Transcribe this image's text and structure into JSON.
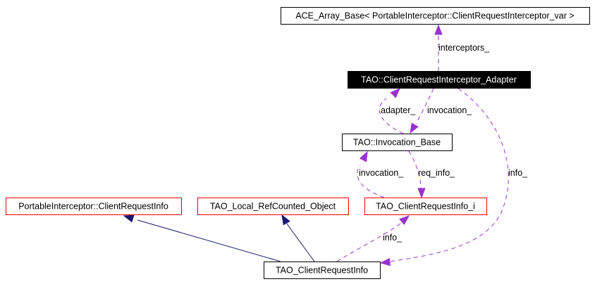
{
  "diagram": {
    "type": "collaboration-diagram",
    "colors": {
      "inheritance_edge": "#191970",
      "usage_edge": "#9a32cd",
      "highlight_node_fill": "#000000",
      "highlight_node_text": "#ffffff",
      "normal_node_border": "#000000",
      "undocumented_node_border": "#ff0000",
      "text": "#000000"
    },
    "nodes": [
      {
        "id": "ace_array_base",
        "label": "ACE_Array_Base< PortableInterceptor::ClientRequestInterceptor_var >",
        "style": "normal"
      },
      {
        "id": "adapter",
        "label": "TAO::ClientRequestInterceptor_Adapter",
        "style": "highlight"
      },
      {
        "id": "invocation_base",
        "label": "TAO::Invocation_Base",
        "style": "normal"
      },
      {
        "id": "pi_client_request_info",
        "label": "PortableInterceptor::ClientRequestInfo",
        "style": "red"
      },
      {
        "id": "local_refcounted",
        "label": "TAO_Local_RefCounted_Object",
        "style": "red"
      },
      {
        "id": "client_request_info_i",
        "label": "TAO_ClientRequestInfo_i",
        "style": "red"
      },
      {
        "id": "client_request_info",
        "label": "TAO_ClientRequestInfo",
        "style": "normal"
      }
    ],
    "edges": [
      {
        "from": "adapter",
        "to": "ace_array_base",
        "kind": "usage",
        "label": "interceptors_"
      },
      {
        "from": "invocation_base",
        "to": "adapter",
        "kind": "usage",
        "label": "adapter_"
      },
      {
        "from": "adapter",
        "to": "invocation_base",
        "kind": "usage",
        "label": "invocation_"
      },
      {
        "from": "client_request_info_i",
        "to": "invocation_base",
        "kind": "usage",
        "label": "invocation_"
      },
      {
        "from": "invocation_base",
        "to": "client_request_info_i",
        "kind": "usage",
        "label": "req_info_"
      },
      {
        "from": "adapter",
        "to": "client_request_info",
        "kind": "usage",
        "label": "info_"
      },
      {
        "from": "client_request_info",
        "to": "pi_client_request_info",
        "kind": "inheritance",
        "label": ""
      },
      {
        "from": "client_request_info",
        "to": "local_refcounted",
        "kind": "inheritance",
        "label": ""
      },
      {
        "from": "client_request_info",
        "to": "client_request_info_i",
        "kind": "usage",
        "label": "info_"
      }
    ]
  }
}
